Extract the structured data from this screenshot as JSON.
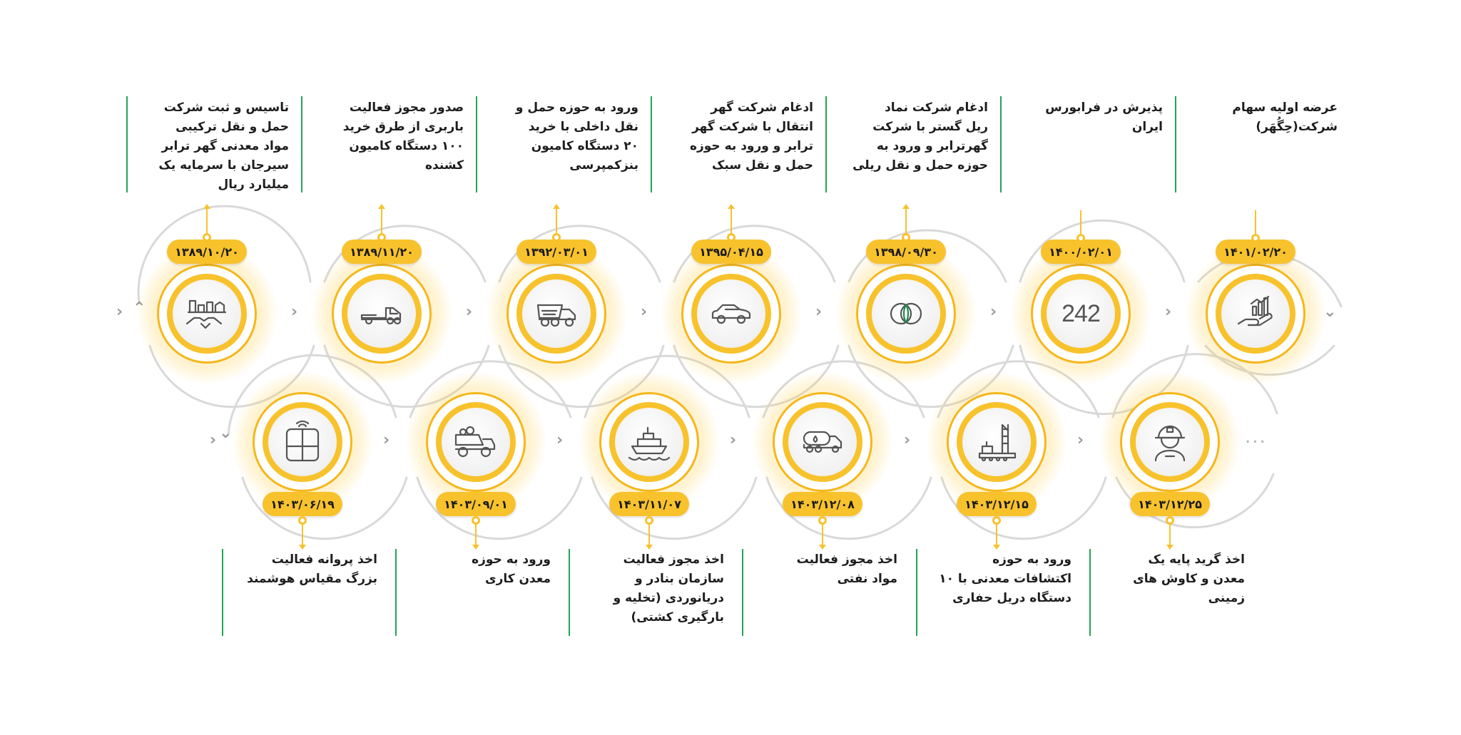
{
  "colors": {
    "accent": "#f8c22c",
    "separator": "#22a35a",
    "text": "#1d1d1d"
  },
  "row1": [
    {
      "date": "۱۴۰۱/۰۲/۲۰",
      "icon": "stock-growth-hand-icon",
      "text": "عرضه اولیه سهام\nشرکت(حِگُهَر)"
    },
    {
      "date": "۱۴۰۰/۰۲/۰۱",
      "icon": "242-text-icon",
      "icon_text": "242",
      "text": "پذیرش در فرابورس\nایران"
    },
    {
      "date": "۱۳۹۸/۰۹/۳۰",
      "icon": "merge-circles-icon",
      "text": "ادغام شرکت نماد\nریل گستر با شرکت\nگهرترابر و ورود به\nحوزه حمل و نقل ریلی"
    },
    {
      "date": "۱۳۹۵/۰۴/۱۵",
      "icon": "car-icon",
      "text": "ادغام شرکت گهر\nانتقال با شرکت گهر\nترابر و ورود به حوزه\nحمل و نقل سبک"
    },
    {
      "date": "۱۳۹۲/۰۳/۰۱",
      "icon": "dump-truck-icon",
      "text": "ورود به حوزه حمل و\nنقل داخلی با خرید\n۲۰ دستگاه کامیون\nبنزکمپرسی"
    },
    {
      "date": "۱۳۸۹/۱۱/۲۰",
      "icon": "tow-truck-icon",
      "text": "صدور مجوز فعالیت\nباربری از طرق خرید\n۱۰۰ دستگاه کامیون\nکشنده"
    },
    {
      "date": "۱۳۸۹/۱۰/۲۰",
      "icon": "factory-handshake-icon",
      "text": "تاسیس و ثبت شرکت\nحمل و نقل ترکیبی\nمواد معدنی گهر ترابر\nسیرجان با سرمایه یک\nمیلیارد ریال"
    }
  ],
  "row2": [
    {
      "date": "۱۴۰۳/۱۲/۲۵",
      "icon": "miner-helmet-icon",
      "text": "اخذ گرید پایه یک\nمعدن و کاوش های\nزمینی"
    },
    {
      "date": "۱۴۰۳/۱۲/۱۵",
      "icon": "drilling-rig-icon",
      "text": "ورود به حوزه\nاکتشافات معدنی با ۱۰\nدستگاه دریل حفاری"
    },
    {
      "date": "۱۴۰۳/۱۲/۰۸",
      "icon": "tanker-truck-icon",
      "text": "اخذ مجوز فعالیت\nمواد نفتی"
    },
    {
      "date": "۱۴۰۳/۱۱/۰۷",
      "icon": "ship-icon",
      "text": "اخذ مجوز فعالیت\nسازمان بنادر و\nدریانوردی (تخلیه و\nبارگیری کشتی)"
    },
    {
      "date": "۱۴۰۳/۰۹/۰۱",
      "icon": "mining-truck-icon",
      "text": "ورود به حوزه\nمعدن کاری"
    },
    {
      "date": "۱۴۰۳/۰۶/۱۹",
      "icon": "smart-scale-icon",
      "text": "اخذ پروانه فعالیت\nبزرگ مقیاس هوشمند"
    }
  ],
  "more": "..."
}
